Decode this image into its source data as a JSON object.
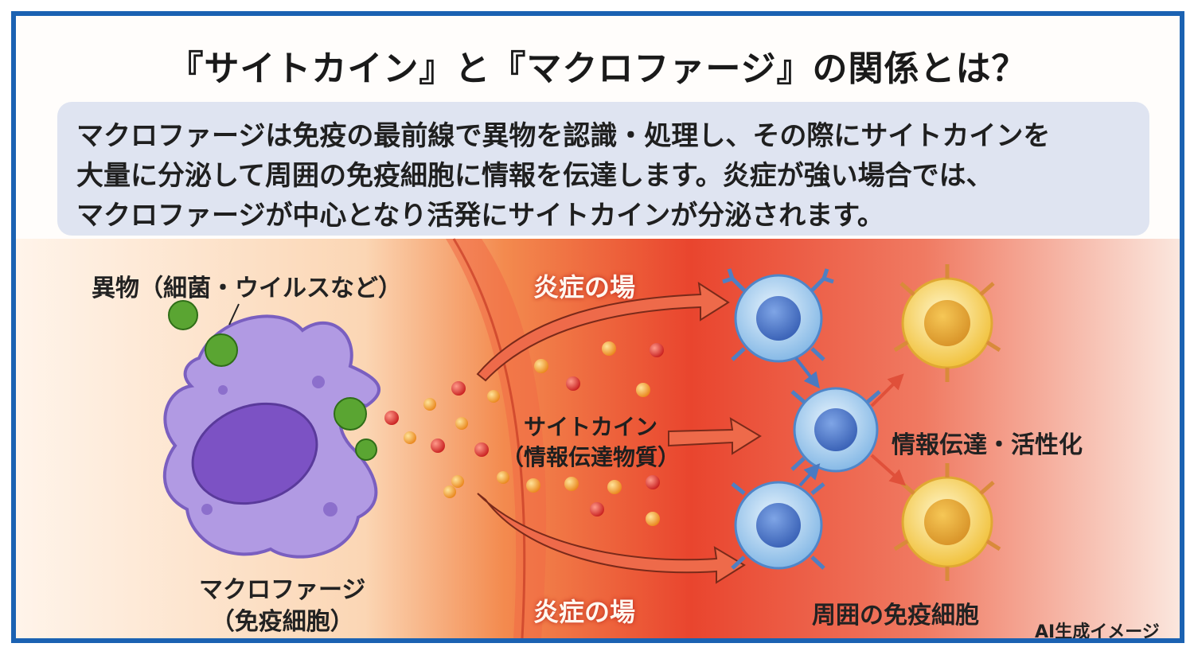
{
  "title": "『サイトカイン』と『マクロファージ』の関係とは？",
  "summary": {
    "line1": "マクロファージは免疫の最前線で異物を認識・処理し、その際にサイトカインを",
    "line2": "大量に分泌して周囲の免疫細胞に情報を伝達します。炎症が強い場合では、",
    "line3": "マクロファージが中心となり活発にサイトカインが分泌されます。"
  },
  "labels": {
    "foreign": "異物（細菌・ウイルスなど）",
    "macrophage": "マクロファージ",
    "macrophage_sub": "（免疫細胞）",
    "site_top": "炎症の場",
    "site_bottom": "炎症の場",
    "cytokine": "サイトカイン",
    "cytokine_sub": "（情報伝達物質）",
    "transfer": "情報伝達・活性化",
    "immune": "周囲の免疫細胞",
    "ai_note": "AI生成イメージ"
  },
  "colors": {
    "frame": "#1b62b2",
    "summary_bg": "#dfe4f1",
    "macrophage": "#a98bdc",
    "nucleus": "#7a4fc2",
    "inflammation": "#e9452e",
    "blue_cell": "#8fc1ea",
    "yellow_cell": "#f3c94a",
    "bacteria": "#4c9a2a"
  }
}
